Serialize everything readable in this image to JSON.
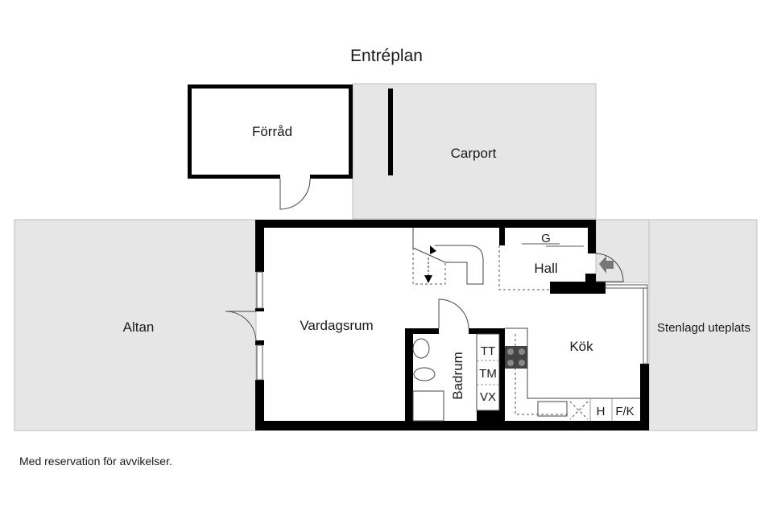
{
  "title": "Entréplan",
  "rooms": {
    "forrad": "Förråd",
    "carport": "Carport",
    "altan": "Altan",
    "vardagsrum": "Vardagsrum",
    "hall": "Hall",
    "kok": "Kök",
    "badrum": "Badrum",
    "uteplats": "Stenlagd uteplats"
  },
  "fixtures": {
    "garderob": "G",
    "tt": "TT",
    "tm": "TM",
    "vx": "VX",
    "h": "H",
    "fk": "F/K"
  },
  "footer": "Med reservation för avvikelser."
}
